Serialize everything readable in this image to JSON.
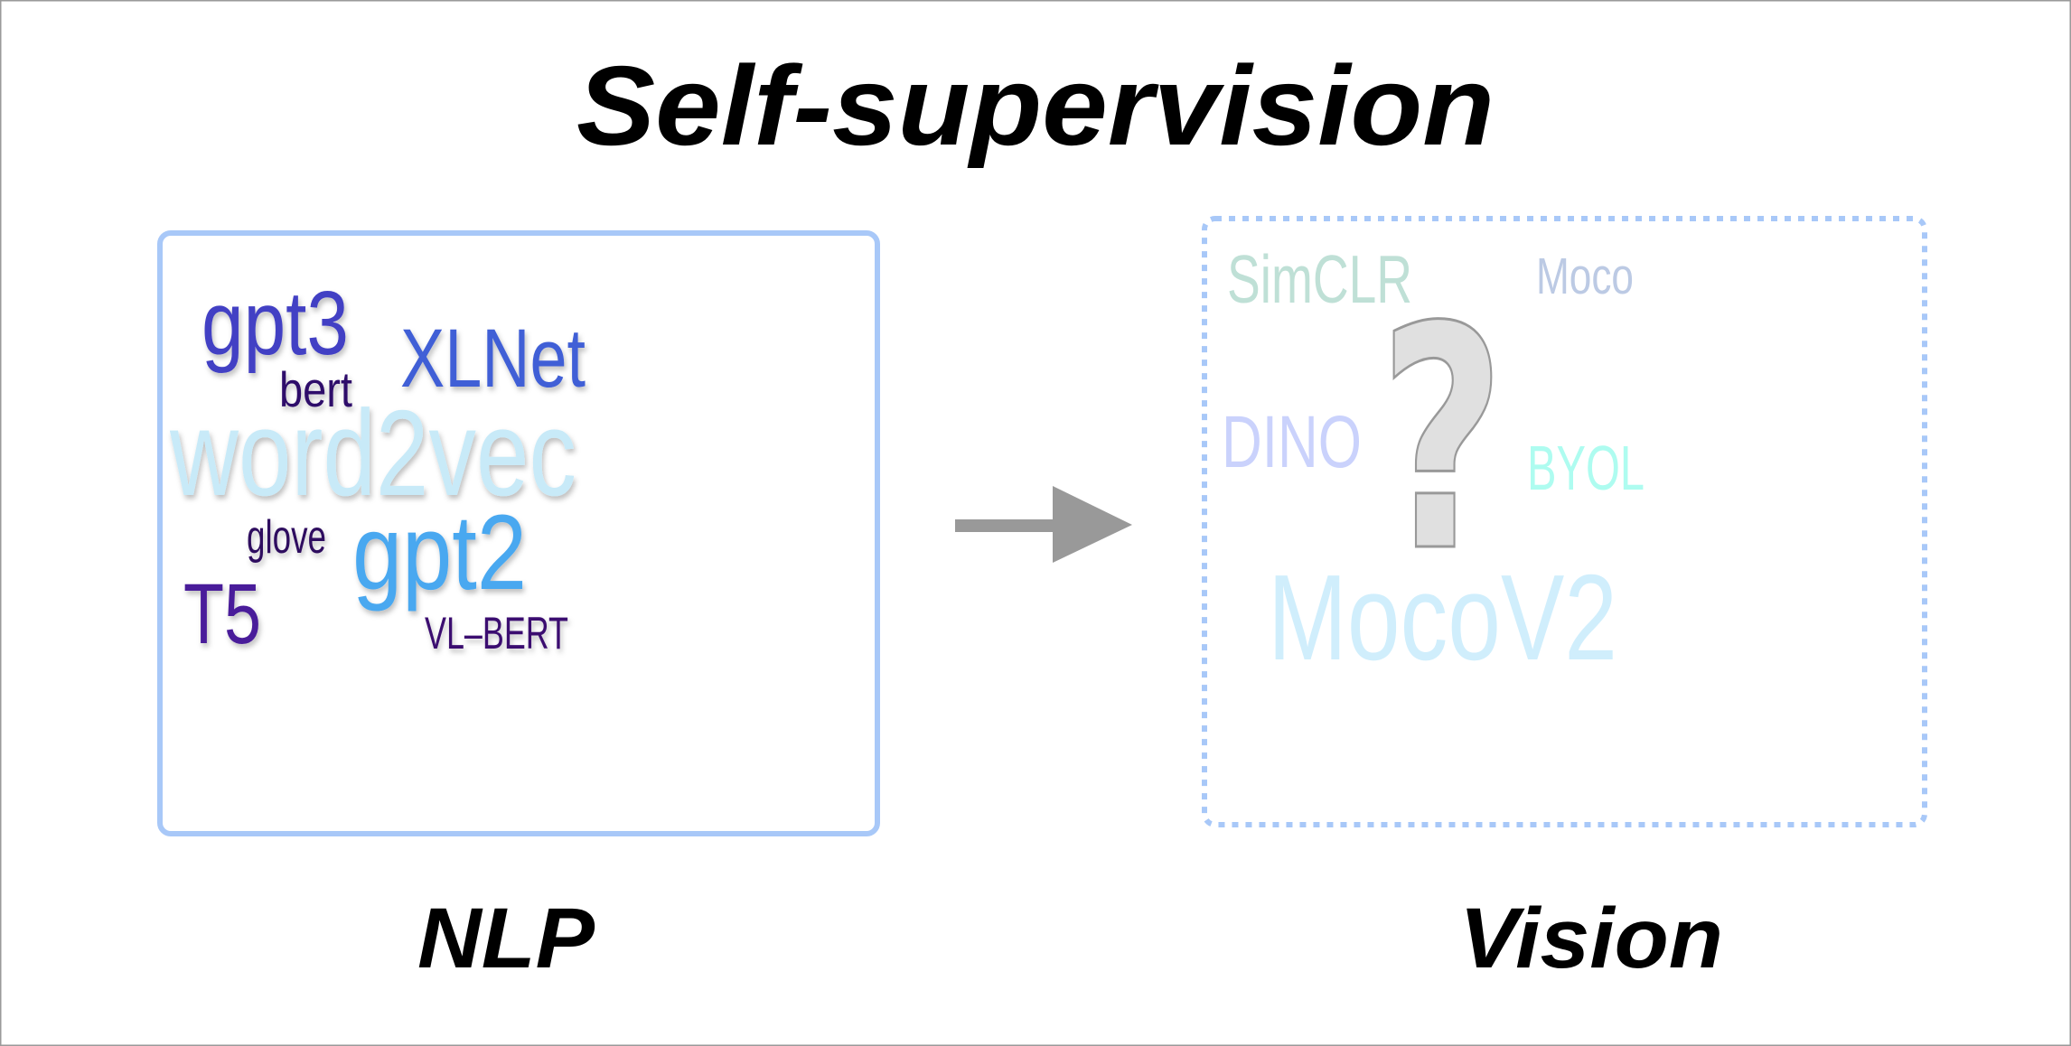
{
  "title": "Self-supervision",
  "nlp": {
    "label": "NLP",
    "border_color": "#a8c8f8",
    "words": [
      {
        "text": "gpt3",
        "color": "#4340c4"
      },
      {
        "text": "XLNet",
        "color": "#3f5fd6"
      },
      {
        "text": "bert",
        "color": "#2e0a6b"
      },
      {
        "text": "word2vec",
        "color": "#c8eaf8"
      },
      {
        "text": "glove",
        "color": "#2e0a5e"
      },
      {
        "text": "gpt2",
        "color": "#4aa8f0"
      },
      {
        "text": "T5",
        "color": "#4a1a9a"
      },
      {
        "text": "VL–BERT",
        "color": "#3a0d70"
      }
    ]
  },
  "vision": {
    "label": "Vision",
    "border_color": "#a8c8f8",
    "question_mark": "?",
    "words": [
      {
        "text": "SimCLR",
        "color": "#bfe0d6"
      },
      {
        "text": "Moco",
        "color": "#bccae4"
      },
      {
        "text": "DINO",
        "color": "#cad2fc"
      },
      {
        "text": "BYOL",
        "color": "#aefcf0"
      },
      {
        "text": "MocoV2",
        "color": "#d0eefc"
      }
    ]
  },
  "arrow_color": "#999999"
}
